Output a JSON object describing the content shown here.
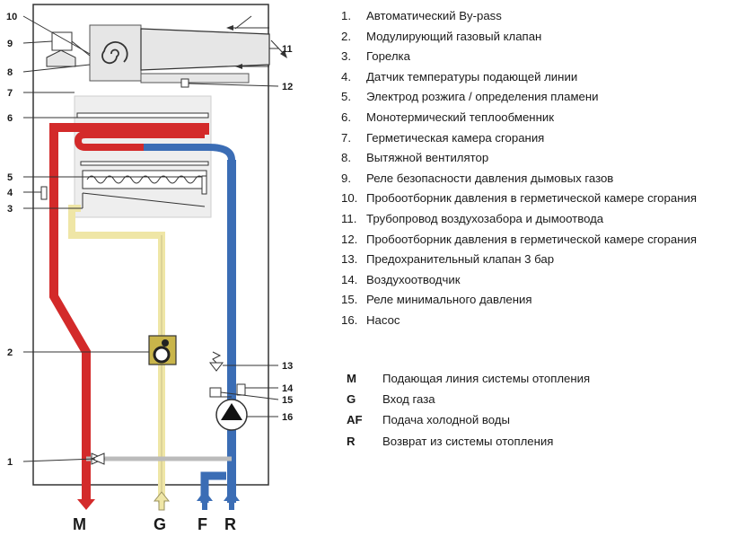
{
  "components": [
    {
      "num": "1.",
      "label": "Автоматический By-pass"
    },
    {
      "num": "2.",
      "label": "Модулирующий газовый клапан"
    },
    {
      "num": "3.",
      "label": "Горелка"
    },
    {
      "num": "4.",
      "label": "Датчик температуры подающей линии"
    },
    {
      "num": "5.",
      "label": "Электрод розжига / определения пламени"
    },
    {
      "num": "6.",
      "label": "Монотермический теплообменник"
    },
    {
      "num": "7.",
      "label": "Герметическая камера сгорания"
    },
    {
      "num": "8.",
      "label": "Вытяжной вентилятор"
    },
    {
      "num": "9.",
      "label": "Реле безопасности давления дымовых газов"
    },
    {
      "num": "10.",
      "label": "Пробоотборник давления в герметической камере сгорания"
    },
    {
      "num": "11.",
      "label": "Трубопровод воздухозабора и дымоотвода"
    },
    {
      "num": "12.",
      "label": "Пробоотборник давления в герметической камере сгорания"
    },
    {
      "num": "13.",
      "label": "Предохранительный клапан 3 бар"
    },
    {
      "num": "14.",
      "label": "Воздухоотводчик"
    },
    {
      "num": "15.",
      "label": "Реле минимального давления"
    },
    {
      "num": "16.",
      "label": "Насос"
    }
  ],
  "connections": [
    {
      "code": "M",
      "label": "Подающая линия системы отопления"
    },
    {
      "code": "G",
      "label": "Вход газа"
    },
    {
      "code": "AF",
      "label": "Подача холодной воды"
    },
    {
      "code": "R",
      "label": "Возврат из системы отопления"
    }
  ],
  "callouts": {
    "c1": "1",
    "c2": "2",
    "c3": "3",
    "c4": "4",
    "c5": "5",
    "c6": "6",
    "c7": "7",
    "c8": "8",
    "c9": "9",
    "c10": "10",
    "c11": "11",
    "c12": "12",
    "c13": "13",
    "c14": "14",
    "c15": "15",
    "c16": "16"
  },
  "bottom_labels": {
    "m": "M",
    "g": "G",
    "f": "F",
    "r": "R"
  },
  "colors": {
    "supply_red": "#d32a2a",
    "return_blue": "#3b6db5",
    "gas_yellow": "#efe6a6",
    "outline": "#333333",
    "chamber_fill": "#eeeeee"
  }
}
